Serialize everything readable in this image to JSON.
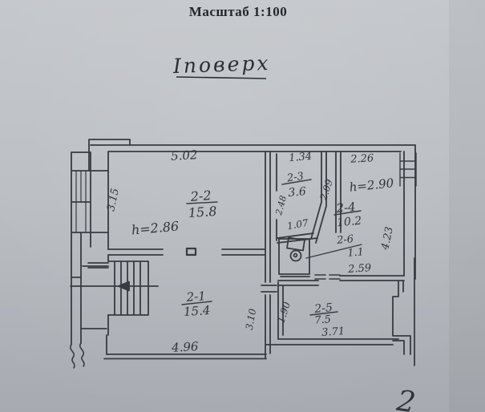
{
  "document": {
    "scale_title": "Масштаб 1:100",
    "floor_label": "Іповерх",
    "corner_mark": "2"
  },
  "colors": {
    "paper_top": "#c3c6ca",
    "paper_mid": "#b8bcc1",
    "paper_bottom": "#a7abb1",
    "ink": "#383c42",
    "text_ink": "#31343b"
  },
  "rooms": {
    "r2_1": {
      "id": "2-1",
      "area": "15.4"
    },
    "r2_2": {
      "id": "2-2",
      "area": "15.8",
      "height": "h=2.86"
    },
    "r2_3": {
      "id": "2-3",
      "area": "3.6"
    },
    "r2_4": {
      "id": "2-4",
      "area": "10.2",
      "height": "h=2.90"
    },
    "r2_5": {
      "id": "2-5",
      "area": "7.5"
    },
    "r2_6": {
      "id": "2-6",
      "area": "1.1"
    }
  },
  "dimensions": {
    "room2_2_top": "5.02",
    "room2_2_left": "3.15",
    "room2_3_top": "1.34",
    "room2_3_left": "2.48",
    "room2_3_bottom": "1.07",
    "corridor_width": "2.09",
    "room2_4_top": "2.26",
    "room2_4_right": "4.23",
    "room2_4_bottom": "2.59",
    "room2_1_right": "3.10",
    "room2_5_left": "1.90",
    "room2_5_bottom": "3.71",
    "room2_1_bottom": "4.96"
  }
}
